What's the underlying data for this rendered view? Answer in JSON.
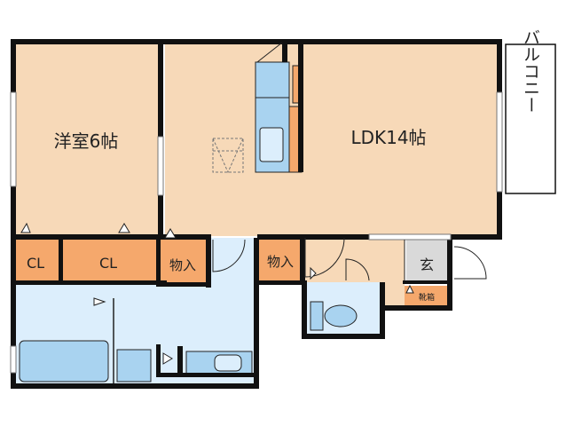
{
  "rooms": {
    "western_room": "洋室6帖",
    "ldk": "LDK14帖",
    "closet_1": "CL",
    "closet_2": "CL",
    "storage_1": "物入",
    "storage_2": "物入",
    "entrance": "玄",
    "shoe_box": "靴箱",
    "balcony": "バルコニー"
  },
  "colors": {
    "room_fill": "#f7d9b8",
    "closet_fill": "#f5a86c",
    "wet_area_fill": "#dceefc",
    "fixture_fill": "#a9d3f0",
    "entrance_fill": "#d9d9d9",
    "wall": "#111111",
    "balcony_fill": "#ffffff"
  }
}
